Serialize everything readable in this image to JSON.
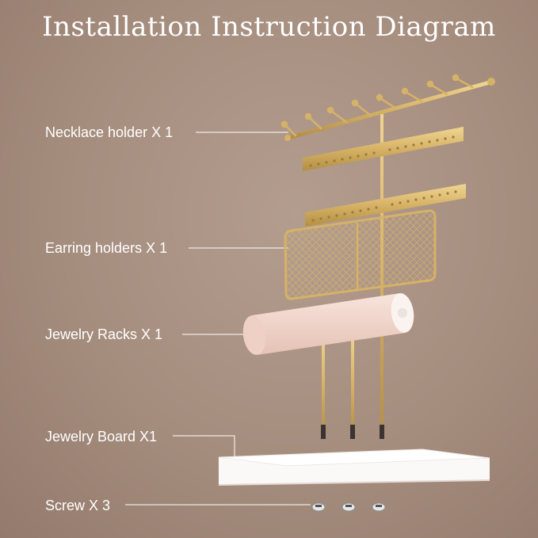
{
  "title": "Installation Instruction Diagram",
  "parts": [
    {
      "label": "Necklace holder X 1"
    },
    {
      "label": "Earring holders X 1"
    },
    {
      "label": "Jewelry Racks X 1"
    },
    {
      "label": "Jewelry Board X1"
    },
    {
      "label": "Screw X 3"
    }
  ],
  "colors": {
    "background": "#a58d7e",
    "gold": "#d6b266",
    "text": "#ffffff",
    "roller": "#f1d6cc",
    "board": "#fbf9f8"
  }
}
